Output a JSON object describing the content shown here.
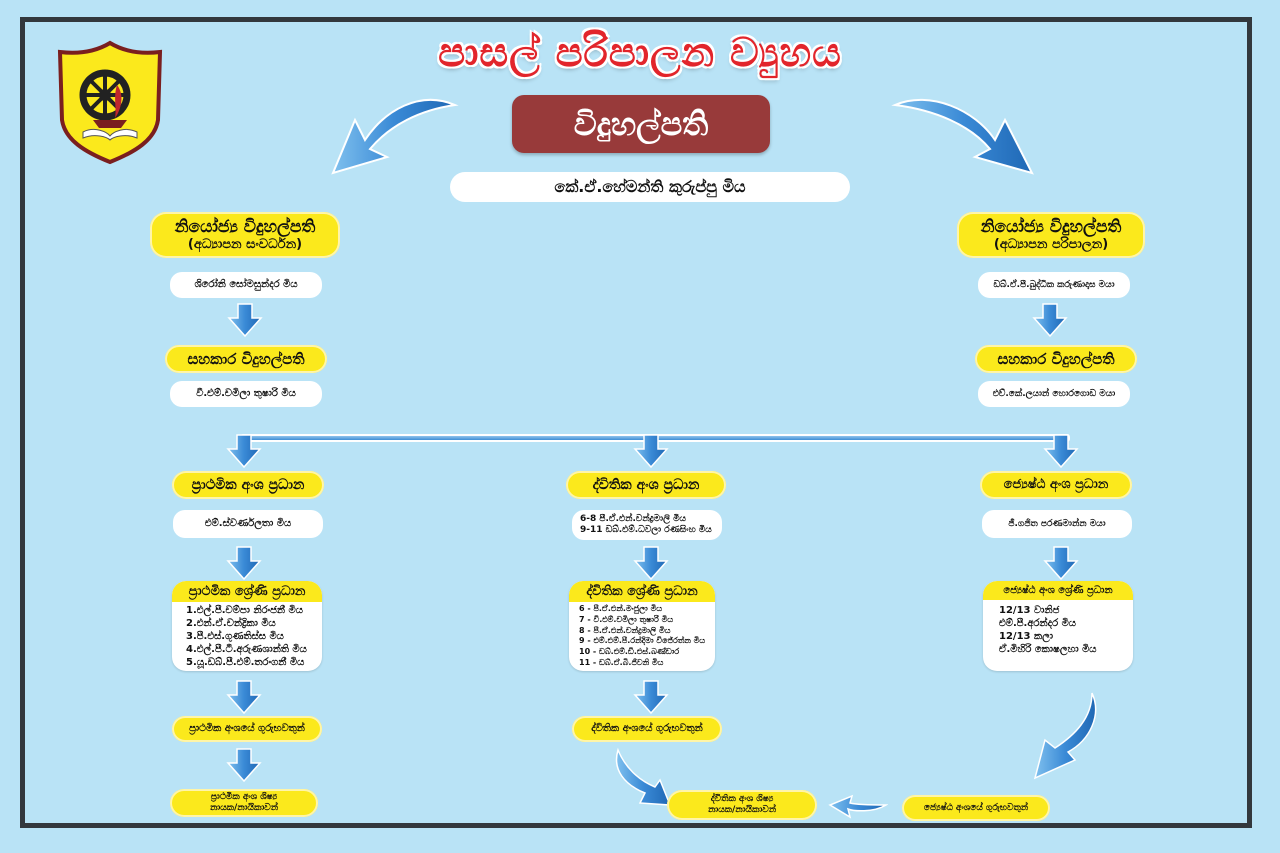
{
  "title": "පාසල් පරිපාලන ව්‍යුහය",
  "logo": {
    "icon": "school-crest-icon",
    "colors": {
      "shield": "#fbe91c",
      "outline": "#7a1f1f",
      "emblem": "#222222"
    }
  },
  "principal": {
    "role": "විදුහල්පති",
    "name": "කේ.ඒ.හේමන්ති කුරුප්පු මිය"
  },
  "left_branch": {
    "deputy_title": "නියෝජ්‍ය විදුහල්පති",
    "deputy_subtitle": "(අධ්‍යාපන සංවර්ධන)",
    "deputy_name": "ශිරෝනි සෝමසුන්දර මිය",
    "assistant_title": "සහකාර විදුහල්පති",
    "assistant_name": "වී.එම්.චමිලා තුෂාරි මිය"
  },
  "right_branch": {
    "deputy_title": "නියෝජ්‍ය විදුහල්පති",
    "deputy_subtitle": "(අධ්‍යාපන පරිපාලන)",
    "deputy_name": "ඩබ්.ඒ.පී.බුද්ධික කරුණාදාස මයා",
    "assistant_title": "සහකාර විදුහල්පති",
    "assistant_name": "එච්.කේ.ලයාන් හොරගොඩ මයා"
  },
  "primary": {
    "section_head": "ප්‍රාථමික අංශ ප්‍රධාන",
    "section_head_name": "එම්.ස්වර්ණලතා මිය",
    "grade_heads_title": "ප්‍රාථමික ශ්‍රේණි ප්‍රධාන",
    "grade_heads": [
      "1.එල්.පී.චම්පා නිරංජනී මිය",
      "2.එන්.ඒ.චන්ද්‍රිකා මිය",
      "3.පී.එස්.ගුණතිස්ස මිය",
      "4.එල්.පී.ටී.අරුණශාන්ති මිය",
      "5.යූ.ඩබ්.පී.එම්.තරංගනී මිය"
    ],
    "teachers": "ප්‍රාථමික අංශයේ ගුරුභවතුන්",
    "prefects_line1": "ප්‍රාථමික අංශ ශිෂ්‍ය",
    "prefects_line2": "නායක/නායිකාවන්"
  },
  "secondary": {
    "section_head": "ද්විතික අංශ ප්‍රධාන",
    "section_head_names": [
      "6-8 පී.ඒ.එන්.චන්ද්‍රමාලි මිය",
      "9-11 ඩබ්.එම්.ධවලා රණසිංහ මිය"
    ],
    "grade_heads_title": "ද්විතික ශ්‍රේණි ප්‍රධාන",
    "grade_heads": [
      "6 -  පී.ඒ.එන්.මංජුලා මිය",
      "7 -  වී.එම්.චමිලා තුෂාරි මිය",
      "8 -  පී.ඒ.එන්.චන්ද්‍රමාලි මිය",
      "9 -  එම්.එම්.පී.රන්දිමා විජේරත්න මිය",
      "10 - ඩබ්.එම්.ඩී.එස්.බණ්ඩාර",
      "11 -  ඩබ්.ඒ.බී.ජිවනි මිය"
    ],
    "teachers": "ද්විතික අංශයේ ගුරුභවතුන්",
    "prefects_line1": "ද්විතික අංශ ශිෂ්‍ය",
    "prefects_line2": "නායක/නායිකාවන්"
  },
  "senior": {
    "section_head": "ජ්‍යෙෂ්ඨ අංශ ප්‍රධාන",
    "section_head_name": "ජී.ගජිත පරණමාන්න මයා",
    "grade_heads_title": "ජ්‍යෙෂ්ඨ අංශ ශ්‍රේණි ප්‍රධාන",
    "grade_heads": [
      "12/13 වානිජ",
      "එම්.පී.අරන්දර මිය",
      "12/13 කලා",
      "ඒ.මිහිරි කොෂලහා මිය"
    ],
    "teachers": "ජ්‍යෙෂ්ඨ අංශයේ ගුරුභවතුන්"
  },
  "colors": {
    "background": "#b9e3f6",
    "title_red": "#e2252b",
    "principal_box": "#983a3a",
    "yellow_pill": "#fbe91c",
    "arrow_blue": "#2f80cc",
    "frame": "#33383d"
  }
}
